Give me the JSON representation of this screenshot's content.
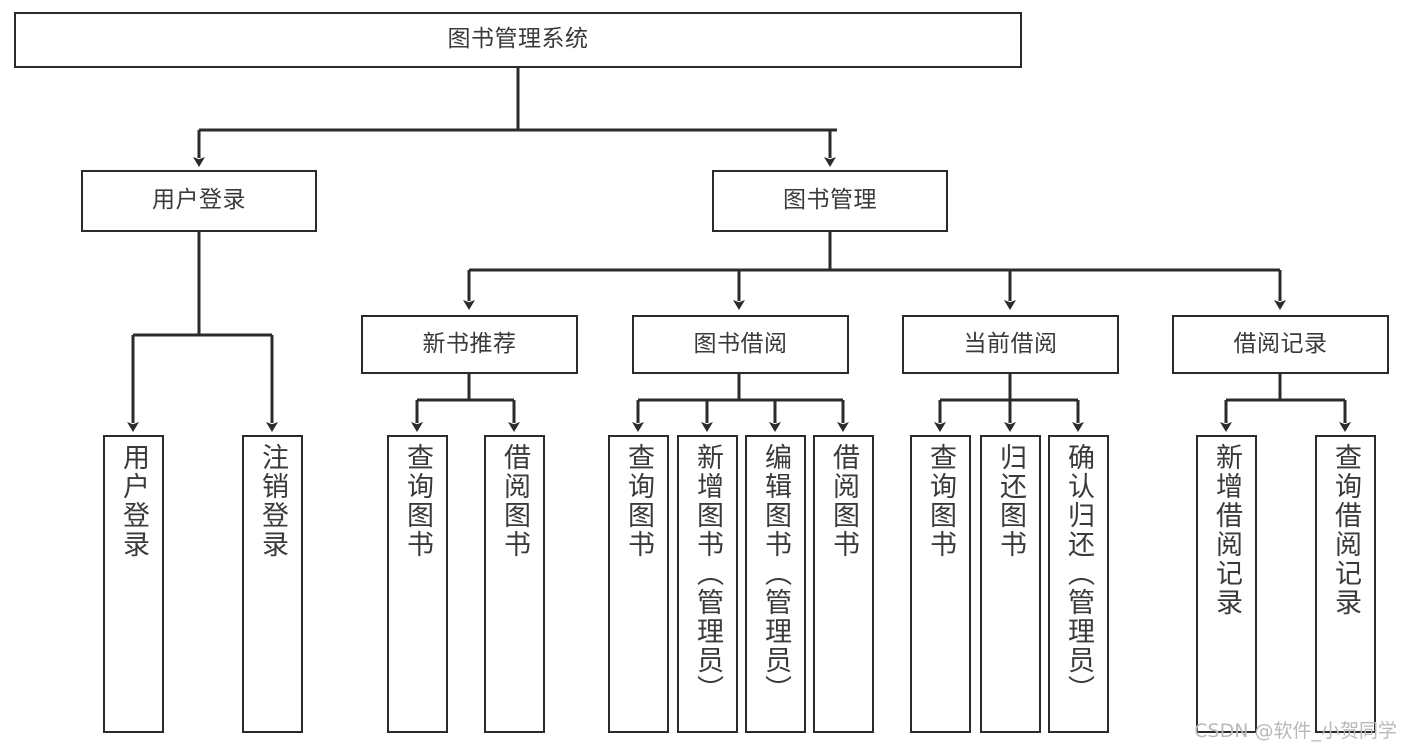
{
  "diagram": {
    "type": "tree-hierarchy",
    "title": "图书管理系统",
    "orientation": "top-down",
    "colors": {
      "border": "#2b2b2b",
      "text": "#3a3a3a",
      "background": "#ffffff",
      "edge": "#2b2b2b",
      "watermark": "#b9b9b9"
    },
    "nodes": {
      "root": {
        "label": "图书管理系统"
      },
      "level2": [
        {
          "label": "用户登录"
        },
        {
          "label": "图书管理"
        }
      ],
      "level3": [
        {
          "label": "新书推荐"
        },
        {
          "label": "图书借阅"
        },
        {
          "label": "当前借阅"
        },
        {
          "label": "借阅记录"
        }
      ],
      "leaves": {
        "user_login": [
          {
            "label": "用户登录"
          },
          {
            "label": "注销登录"
          }
        ],
        "new_book_recommend": [
          {
            "label": "查询图书"
          },
          {
            "label": "借阅图书"
          }
        ],
        "book_borrow": [
          {
            "label": "查询图书"
          },
          {
            "label": "新增图书（管理员）"
          },
          {
            "label": "编辑图书（管理员）"
          },
          {
            "label": "借阅图书"
          }
        ],
        "current_borrow": [
          {
            "label": "查询图书"
          },
          {
            "label": "归还图书"
          },
          {
            "label": "确认归还（管理员）"
          }
        ],
        "borrow_record": [
          {
            "label": "新增借阅记录"
          },
          {
            "label": "查询借阅记录"
          }
        ]
      }
    },
    "watermark": "CSDN @软件_小贺同学"
  }
}
